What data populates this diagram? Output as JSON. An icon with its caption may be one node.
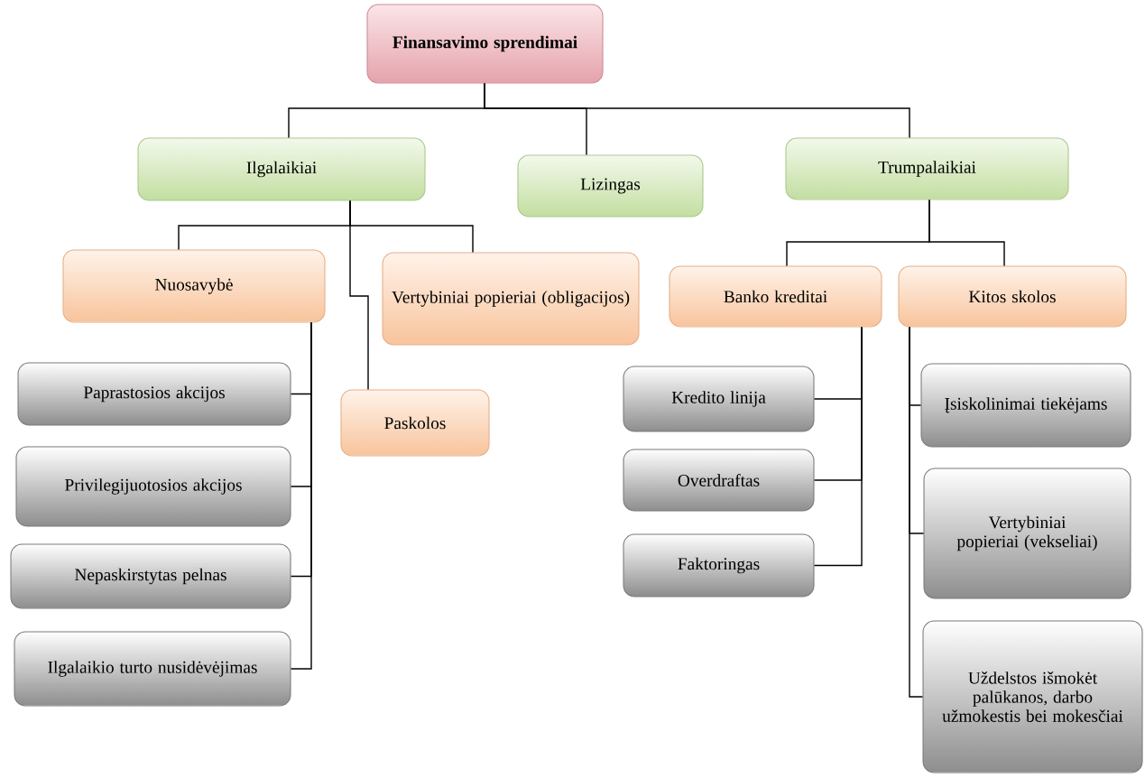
{
  "diagram": {
    "nodes": [
      {
        "text": [
          "Finansavimo sprendimai"
        ]
      },
      {
        "text": [
          "Ilgalaikiai"
        ]
      },
      {
        "text": [
          "Lizingas"
        ]
      },
      {
        "text": [
          "Trumpalaikiai"
        ]
      },
      {
        "text": [
          "Nuosavybė"
        ]
      },
      {
        "text": [
          "Vertybiniai popieriai (obligacijos)"
        ]
      },
      {
        "text": [
          "Paskolos"
        ]
      },
      {
        "text": [
          "Banko kreditai"
        ]
      },
      {
        "text": [
          "Kitos skolos"
        ]
      },
      {
        "text": [
          "Paprastosios akcijos"
        ]
      },
      {
        "text": [
          "Privilegijuotosios akcijos"
        ]
      },
      {
        "text": [
          "Nepaskirstytas pelnas"
        ]
      },
      {
        "text": [
          "Ilgalaikio turto nusidėvėjimas"
        ]
      },
      {
        "text": [
          "Kredito linija"
        ]
      },
      {
        "text": [
          "Overdraftas"
        ]
      },
      {
        "text": [
          "Faktoringas"
        ]
      },
      {
        "text": [
          "Įsiskolinimai tiekėjams"
        ]
      },
      {
        "text": [
          "Vertybiniai popieriai (vekseliai)"
        ]
      },
      {
        "text": [
          "Uždelstos išmokėt palūkanos, darbo užmokestis bei mokesčiai"
        ]
      }
    ],
    "edges": [
      {
        "from": 0,
        "to": 1,
        "arrow": "none"
      },
      {
        "from": 0,
        "to": 2,
        "arrow": "none"
      },
      {
        "from": 0,
        "to": 3,
        "arrow": "none"
      },
      {
        "from": 1,
        "to": 4,
        "arrow": "none"
      },
      {
        "from": 1,
        "to": 5,
        "arrow": "none"
      },
      {
        "from": 1,
        "to": 6,
        "arrow": "none"
      },
      {
        "from": 3,
        "to": 7,
        "arrow": "none"
      },
      {
        "from": 3,
        "to": 8,
        "arrow": "none"
      },
      {
        "from": 4,
        "to": 9,
        "arrow": "none"
      },
      {
        "from": 4,
        "to": 10,
        "arrow": "none"
      },
      {
        "from": 4,
        "to": 11,
        "arrow": "none"
      },
      {
        "from": 4,
        "to": 12,
        "arrow": "none"
      },
      {
        "from": 7,
        "to": 13,
        "arrow": "none"
      },
      {
        "from": 7,
        "to": 14,
        "arrow": "none"
      },
      {
        "from": 7,
        "to": 15,
        "arrow": "none"
      },
      {
        "from": 8,
        "to": 16,
        "arrow": "none"
      },
      {
        "from": 8,
        "to": 17,
        "arrow": "none"
      },
      {
        "from": 8,
        "to": 18,
        "arrow": "none"
      }
    ]
  }
}
